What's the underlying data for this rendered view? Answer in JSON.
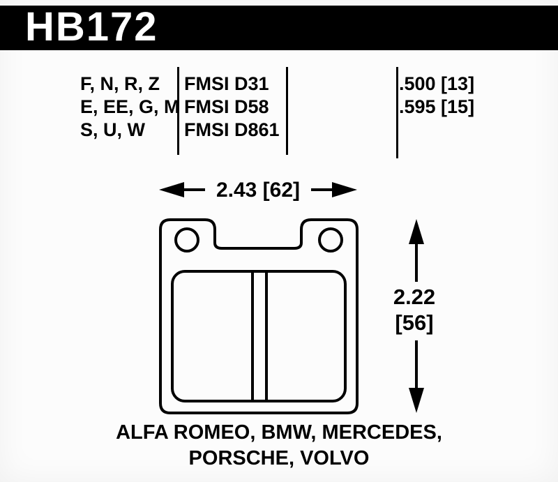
{
  "page": {
    "bg_color": "#fcfcfc",
    "ink_color": "#000000"
  },
  "header": {
    "part_number": "HB172"
  },
  "spec_table": {
    "rows": [
      {
        "compounds": "F, N, R, Z",
        "fmsi": "FMSI D31",
        "pad_thickness": ".500 [13]"
      },
      {
        "compounds": "E, EE, G, M",
        "fmsi": "FMSI D58",
        "pad_thickness": ".595 [15]"
      },
      {
        "compounds": "S, U, W",
        "fmsi": "FMSI D861",
        "pad_thickness": ""
      }
    ]
  },
  "drawing": {
    "width_dimension": "2.43 [62]",
    "height_dimension_in": "2.22",
    "height_dimension_mm": "[56]"
  },
  "footer": {
    "applications_line1": "ALFA ROMEO, BMW, MERCEDES,",
    "applications_line2": "PORSCHE, VOLVO"
  }
}
